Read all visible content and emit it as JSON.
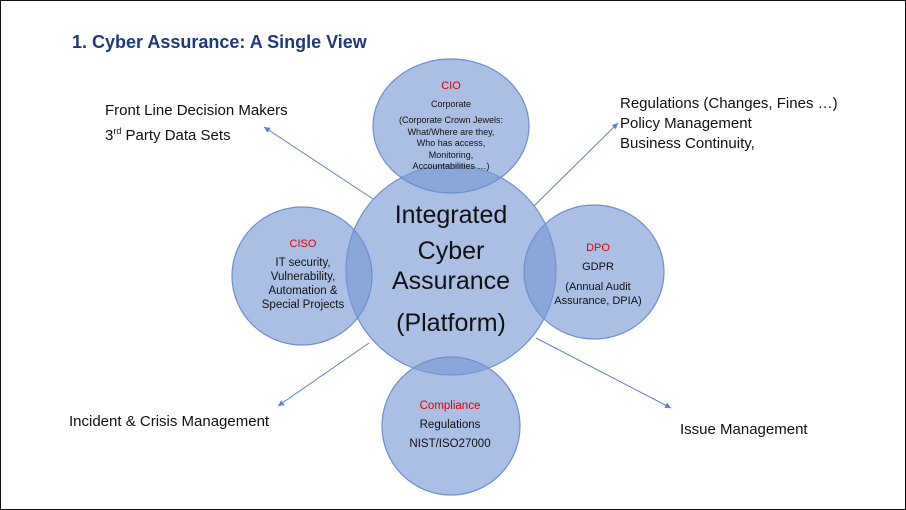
{
  "title": "1. Cyber Assurance: A Single View",
  "center": {
    "line1": "Integrated",
    "line2": "Cyber",
    "line3": "Assurance",
    "line4": "(Platform)"
  },
  "cio": {
    "role": "CIO",
    "sub": "Corporate",
    "detail": [
      "(Corporate Crown Jewels:",
      "What/Where are they,",
      "Who has access,",
      "Monitoring,",
      "Accountabilities …)"
    ]
  },
  "ciso": {
    "role": "CISO",
    "detail": [
      "IT security,",
      "Vulnerability,",
      "Automation &",
      "Special Projects"
    ]
  },
  "dpo": {
    "role": "DPO",
    "sub": "GDPR",
    "detail": [
      "(Annual Audit",
      "Assurance, DPIA)"
    ]
  },
  "compliance": {
    "role": "Compliance",
    "detail": [
      "Regulations",
      "NIST/ISO27000"
    ]
  },
  "labels": {
    "frontline": [
      "Front Line Decision Makers",
      "3",
      "rd",
      " Party Data Sets"
    ],
    "regulations": [
      "Regulations (Changes, Fines …)",
      "Policy Management",
      "Business Continuity,"
    ],
    "incident": "Incident & Crisis Management",
    "issue": "Issue Management"
  },
  "colors": {
    "title": "#1f3a7a",
    "role_text": "#e00000",
    "circle_fill": "#8aa7dc",
    "arrow": "#5b84c8"
  }
}
